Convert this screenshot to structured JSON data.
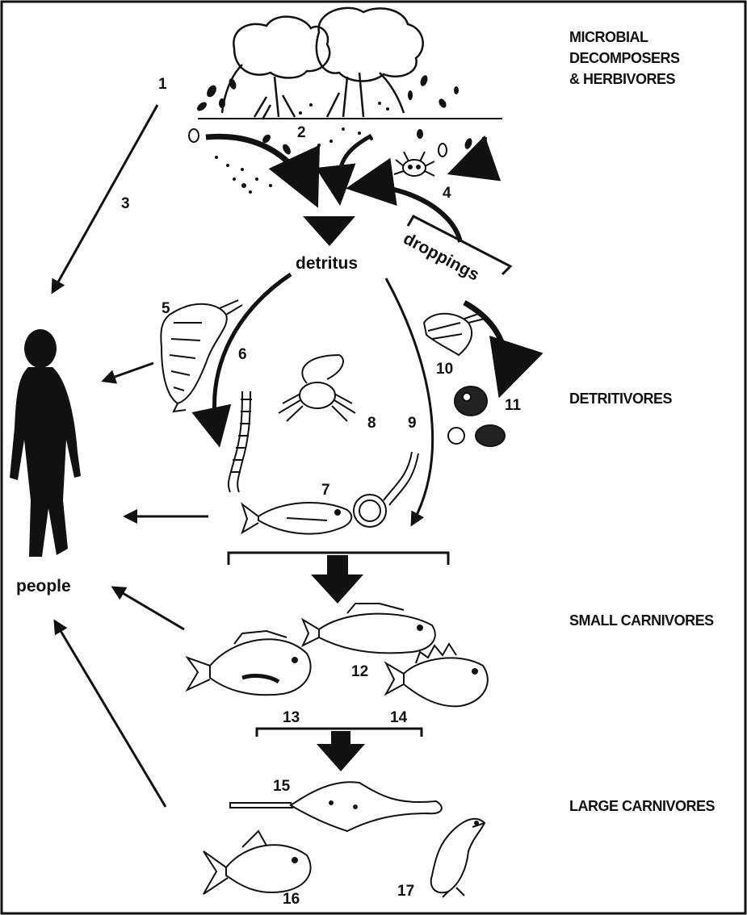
{
  "categories": {
    "decomposers": [
      "MICROBIAL",
      "DECOMPOSERS",
      "& HERBIVORES"
    ],
    "detritivores": "DETRITIVORES",
    "small_carnivores": "SMALL CARNIVORES",
    "large_carnivores": "LARGE CARNIVORES"
  },
  "labels": {
    "detritus": "detritus",
    "droppings": "droppings",
    "people": "people"
  },
  "numbers": [
    "1",
    "2",
    "3",
    "4",
    "5",
    "6",
    "7",
    "8",
    "9",
    "10",
    "11",
    "12",
    "13",
    "14",
    "15",
    "16",
    "17"
  ],
  "icons": {
    "trees": "mangrove-tree-icon",
    "crab": "crab-icon",
    "shrimp": "shrimp-icon",
    "worm": "worm-icon",
    "fish": "fish-icon",
    "snail": "snail-icon",
    "sawfish": "sawfish-icon",
    "bird": "heron-icon",
    "person": "person-silhouette-icon"
  },
  "colors": {
    "ink": "#111111",
    "paper": "#ffffff"
  }
}
